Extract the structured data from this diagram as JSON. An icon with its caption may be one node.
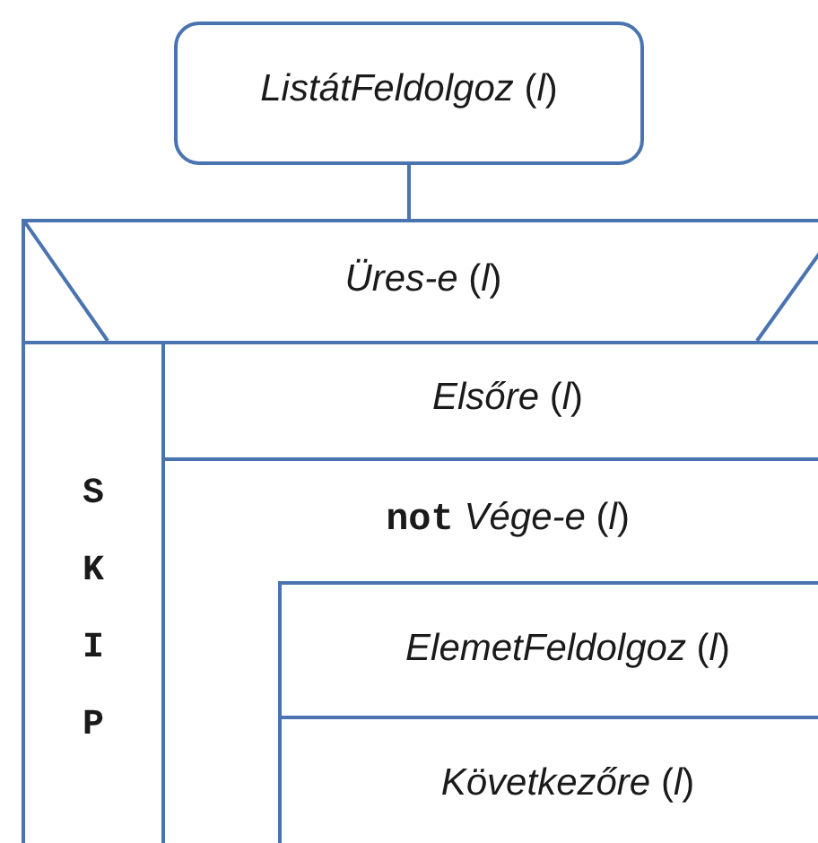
{
  "diagram": {
    "nodes": [
      {
        "text": [
          "*ListátFeldolgoz* (*l*)"
        ]
      },
      {
        "text": [
          "*Üres-e* (*l*)"
        ]
      },
      {
        "text": [
          "S K I P"
        ],
        "in": 1
      },
      {
        "text": [
          "*Elsőre* (*l*)"
        ],
        "in": 1
      },
      {
        "text": [
          "**not** *Vége-e* (*l*)"
        ],
        "in": 1
      },
      {
        "text": [
          "*ElemetFeldolgoz* (*l*)"
        ],
        "in": 4
      },
      {
        "text": [
          "*Következőre* (*l*)"
        ],
        "in": 4
      }
    ],
    "edges": [
      {
        "from": 0,
        "to": 1,
        "arrow": "none"
      }
    ]
  }
}
